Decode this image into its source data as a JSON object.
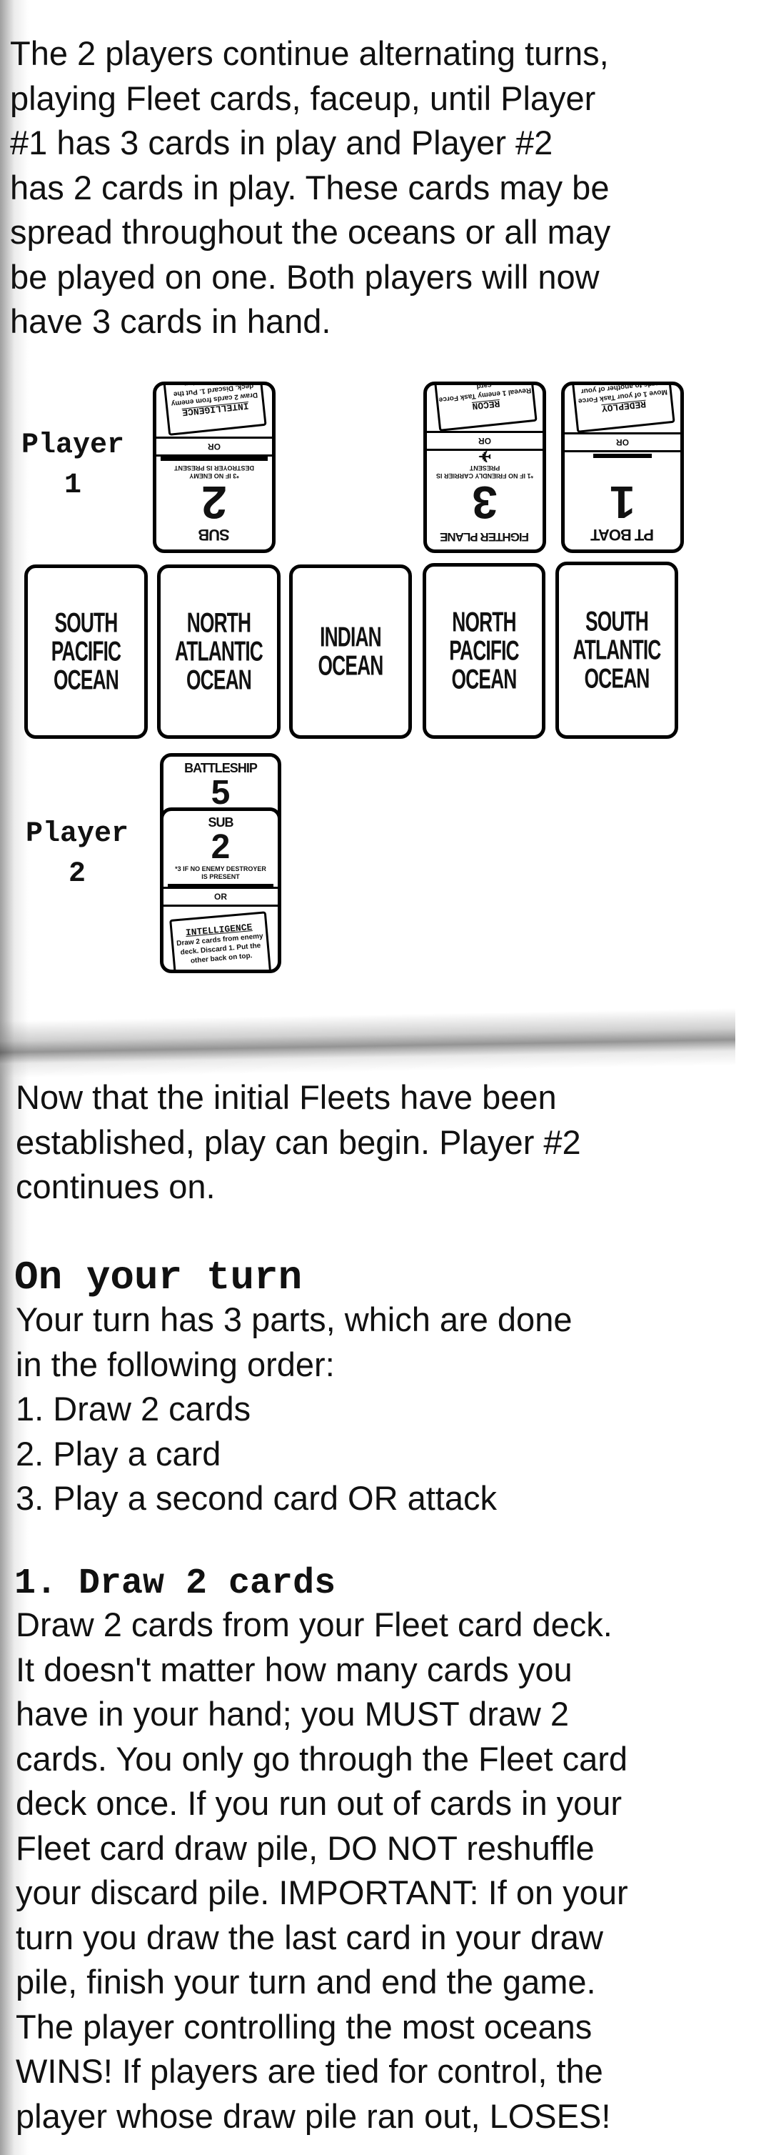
{
  "intro": {
    "lines": [
      "The 2 players continue alternating turns,",
      "playing Fleet cards, faceup, until Player",
      "#1 has 3 cards in play and Player #2",
      "has 2 cards in play. These cards may be",
      "spread throughout the oceans or all may",
      "be played on one. Both players will now",
      "have 3 cards in hand."
    ]
  },
  "diagram": {
    "player1_label": "Player",
    "player1_num": "1",
    "player2_label": "Player",
    "player2_num": "2",
    "oceans": [
      [
        "SOUTH",
        "PACIFIC",
        "OCEAN"
      ],
      [
        "NORTH",
        "ATLANTIC",
        "OCEAN"
      ],
      [
        "INDIAN",
        "OCEAN"
      ],
      [
        "NORTH",
        "PACIFIC",
        "OCEAN"
      ],
      [
        "SOUTH",
        "ATLANTIC",
        "OCEAN"
      ]
    ],
    "player1_cards": [
      {
        "name": "SUB",
        "value": "2",
        "note": "*3 IF NO ENEMY DESTROYER IS PRESENT",
        "or": "OR",
        "action": "INTELLIGENCE",
        "action_text": "Draw 2 cards from enemy deck. Discard 1. Put the other back on top."
      },
      {
        "name": "FIGHTER PLANE",
        "value": "3",
        "note": "*1 IF NO FRIENDLY CARRIER IS PRESENT",
        "or": "OR",
        "action": "RECON",
        "action_text": "Reveal 1 enemy Task Force card"
      },
      {
        "name": "PT BOAT",
        "value": "1",
        "note": "",
        "or": "OR",
        "action": "REDEPLOY",
        "action_text": "Move 1 of your Task Force cards to another of your oceans"
      }
    ],
    "player2_cards": {
      "top_name": "BATTLESHIP",
      "top_value": "5",
      "name": "SUB",
      "value": "2",
      "note": "*3 IF NO ENEMY DESTROYER IS PRESENT",
      "or": "OR",
      "action": "INTELLIGENCE",
      "action_text": "Draw 2 cards from enemy deck. Discard 1. Put the other back on top."
    }
  },
  "after": {
    "lines": [
      "Now that the initial Fleets have been",
      "established, play can begin. Player #2",
      "continues on."
    ]
  },
  "turn": {
    "heading": "On your turn",
    "lines": [
      "Your turn has 3 parts, which are done",
      "in the following order:",
      "1. Draw 2 cards",
      "2. Play a card",
      "3. Play a second card OR attack"
    ]
  },
  "draw": {
    "heading": "1. Draw 2 cards",
    "lines": [
      "Draw 2 cards from your Fleet card deck.",
      "It doesn't matter how many cards you",
      "have in your hand; you MUST draw 2",
      "cards. You only go through the Fleet card",
      "deck once. If you run out of cards in your",
      "Fleet card draw pile, DO NOT reshuffle",
      "your discard pile. IMPORTANT: If on your",
      "turn you draw the last card in your draw",
      "pile, finish your turn and end the game.",
      "The player controlling the most oceans",
      "WINS! If players are tied for control, the",
      "player whose draw pile ran out, LOSES!"
    ]
  }
}
